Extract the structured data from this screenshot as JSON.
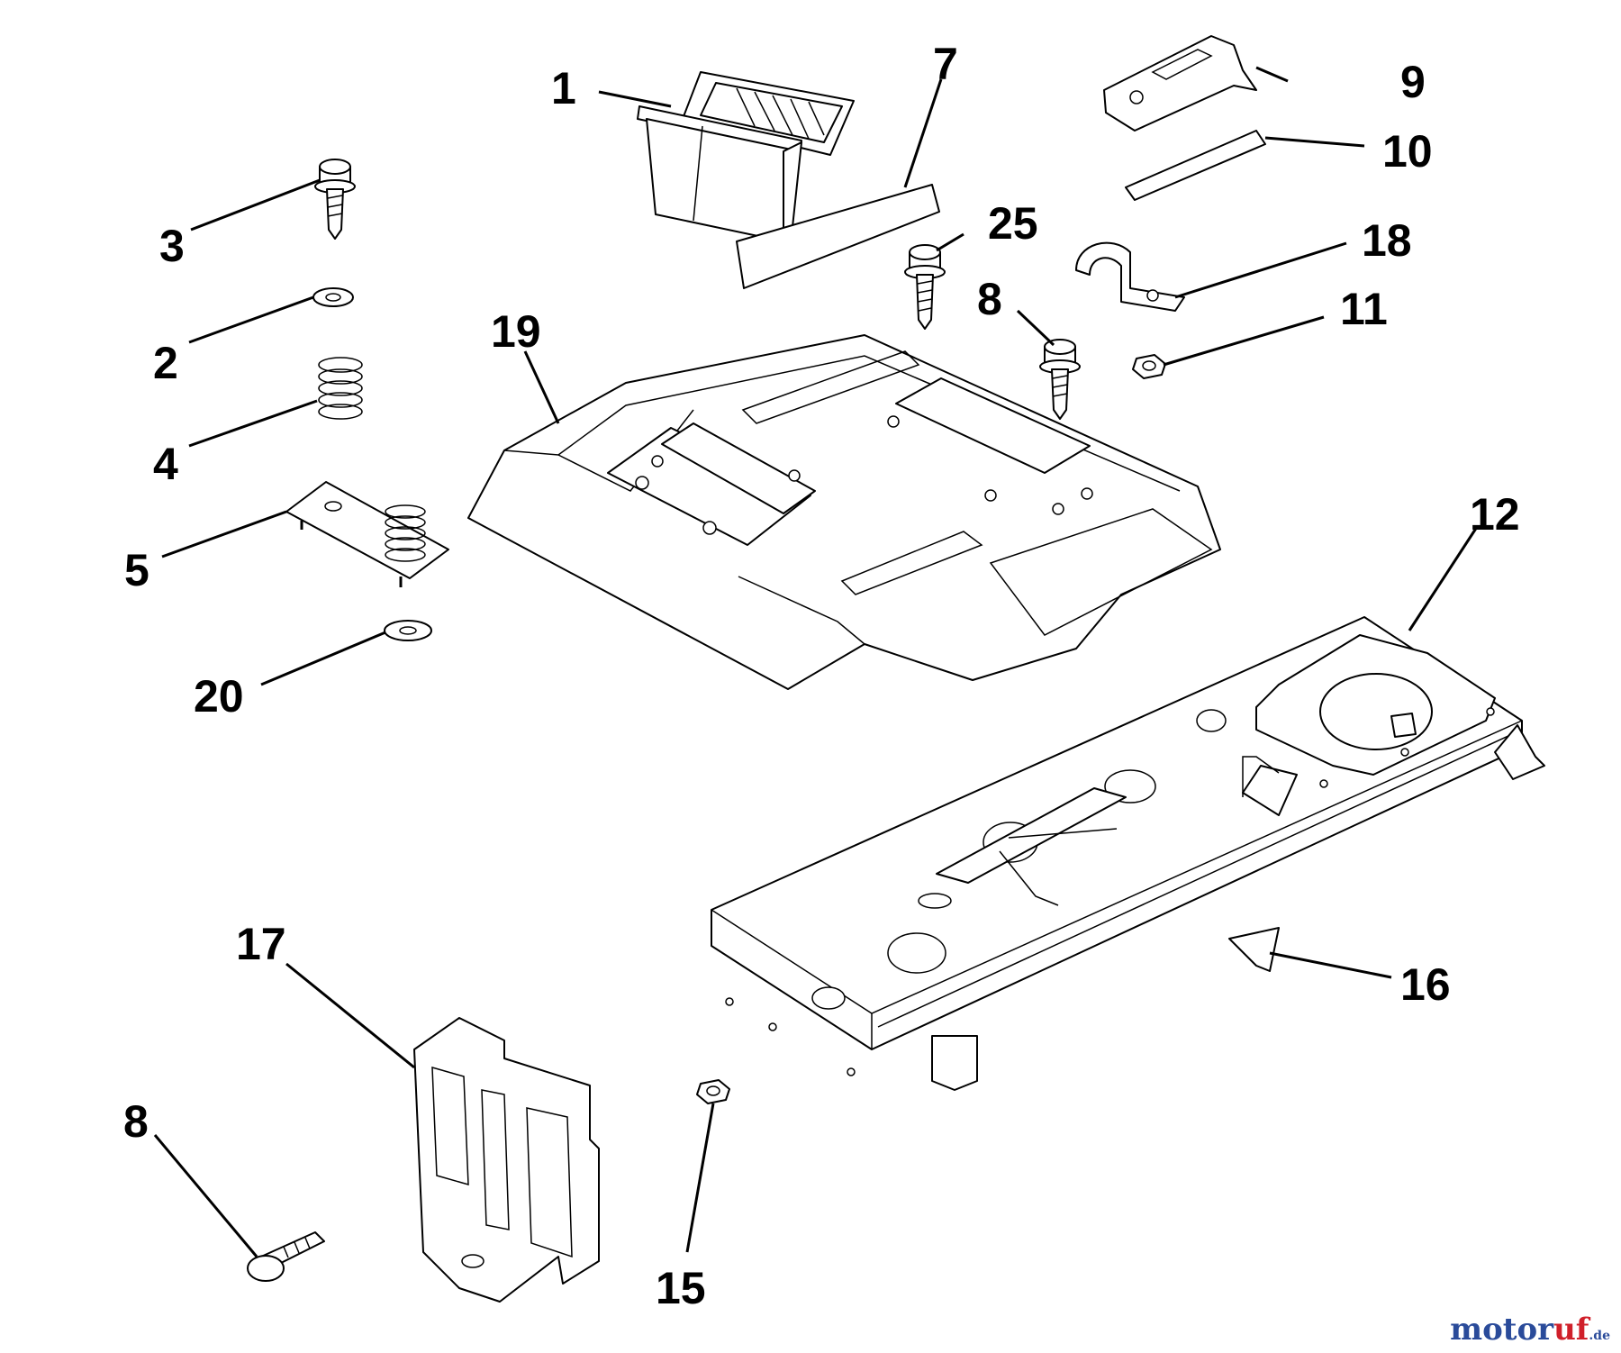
{
  "callouts": {
    "c1": "1",
    "c2": "2",
    "c3": "3",
    "c4": "4",
    "c5": "5",
    "c7": "7",
    "c8a": "8",
    "c8b": "8",
    "c9": "9",
    "c10": "10",
    "c11": "11",
    "c12": "12",
    "c15": "15",
    "c16": "16",
    "c17": "17",
    "c18": "18",
    "c19": "19",
    "c20": "20",
    "c25": "25"
  },
  "watermark": {
    "main": "motor",
    "accent": "uf",
    "suffix": ".de"
  }
}
